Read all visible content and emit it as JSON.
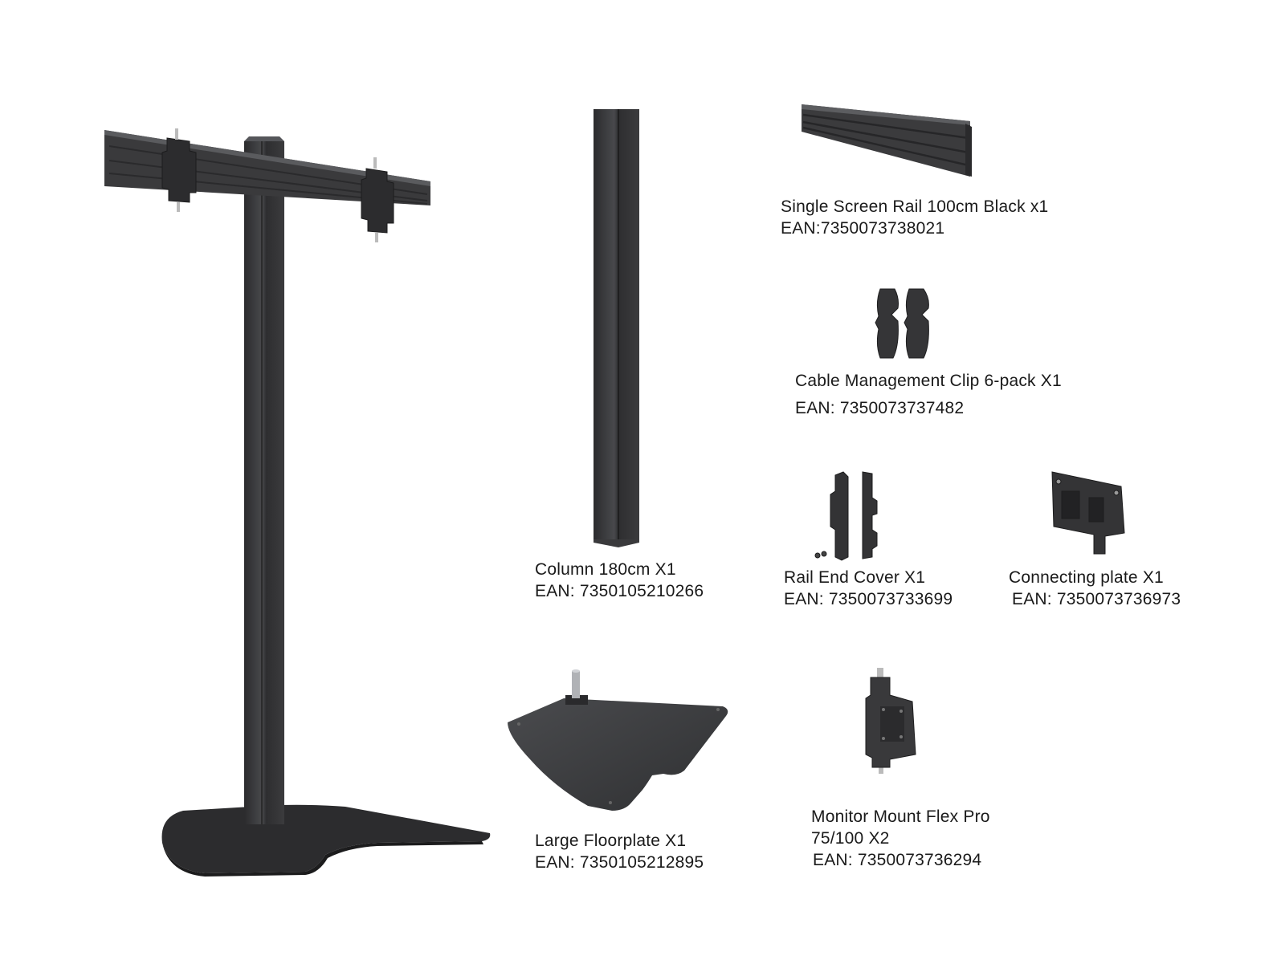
{
  "parts": [
    {
      "id": "rail",
      "name": "Single Screen Rail 100cm Black x1",
      "ean": "EAN:7350073738021"
    },
    {
      "id": "clip",
      "name": "Cable Management Clip 6-pack X1",
      "ean": "EAN: 7350073737482"
    },
    {
      "id": "column",
      "name": "Column 180cm X1",
      "ean": "EAN: 7350105210266"
    },
    {
      "id": "endcover",
      "name": "Rail End Cover X1",
      "ean": "EAN: 7350073733699"
    },
    {
      "id": "plate",
      "name": "Connecting plate X1",
      "ean": "EAN: 7350073736973"
    },
    {
      "id": "floorplate",
      "name": "Large Floorplate X1",
      "ean": "EAN: 7350105212895"
    },
    {
      "id": "mount",
      "name_line1": "Monitor Mount Flex Pro",
      "name_line2": "75/100 X2",
      "ean": "EAN: 7350073736294"
    }
  ],
  "colors": {
    "metal": "#3c3c3e",
    "metal_dark": "#2a2a2c",
    "metal_light": "#55565a",
    "text": "#1a1a1a"
  },
  "icons": [
    "assembled-stand-icon",
    "column-icon",
    "rail-icon",
    "cable-clip-icon",
    "rail-end-cover-icon",
    "connecting-plate-icon",
    "floorplate-icon",
    "monitor-mount-icon"
  ]
}
